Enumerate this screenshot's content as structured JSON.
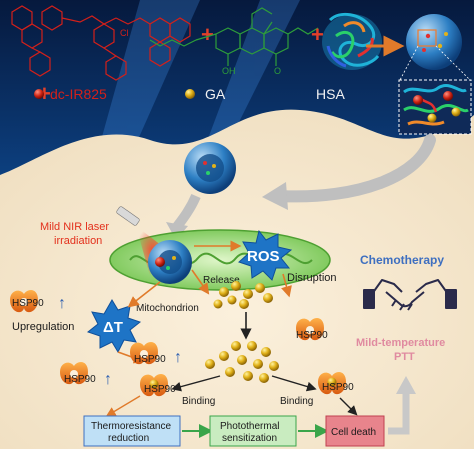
{
  "top_row": {
    "plus1": "+",
    "plus2": "+",
    "plus3": "+",
    "legend_dye": "dc-IR825",
    "legend_ga": "GA",
    "legend_hsa": "HSA"
  },
  "cell": {
    "laser_label_line1": "Mild NIR laser",
    "laser_label_line2": "irradiation",
    "ros": "ROS",
    "release": "Release",
    "disruption": "Disruption",
    "mitochondrion": "Mitochondrion",
    "delta_t": "ΔT",
    "upregulation": "Upregulation",
    "binding_left": "Binding",
    "binding_right": "Binding",
    "hsp90_labels": [
      "HSP90",
      "HSP90",
      "HSP90",
      "HSP90",
      "HSP90",
      "HSP90"
    ],
    "arrow_up": "↑"
  },
  "outcomes": {
    "thermoresistance_line1": "Thermoresistance",
    "thermoresistance_line2": "reduction",
    "photothermal_line1": "Photothermal",
    "photothermal_line2": "sensitization",
    "cell_death": "Cell death",
    "chemotherapy": "Chemotherapy",
    "mild_ptt_line1": "Mild-temperature",
    "mild_ptt_line2": "PTT"
  },
  "colors": {
    "dye_red": "#e03020",
    "ga_green": "#2e9e3a",
    "hsp90_orange": "#ea7a22",
    "ros_blue": "#1e74c6",
    "chemo_blue": "#3e6fc0",
    "ptt_pink": "#e08aa0",
    "cell_beige": "#f5e6cd",
    "bg_blue": "#0a3a78"
  }
}
